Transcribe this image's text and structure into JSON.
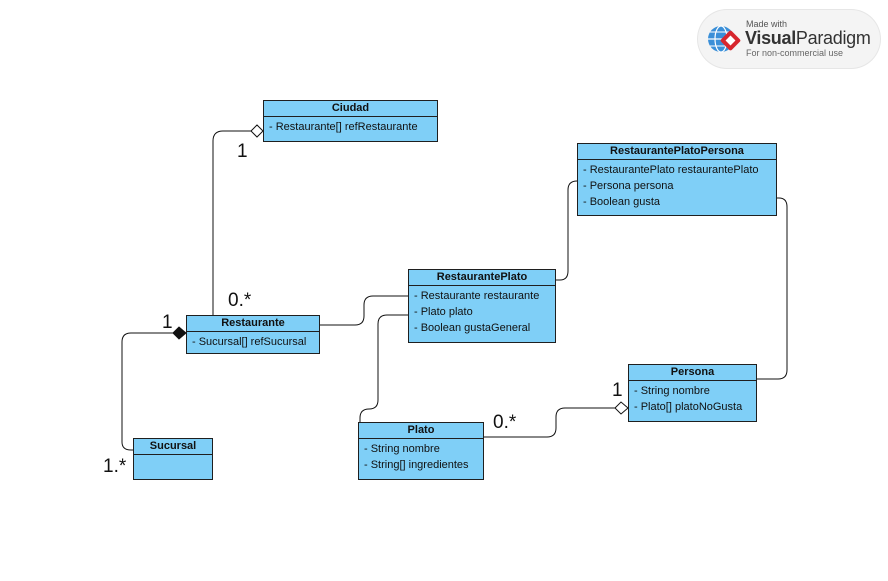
{
  "watermark": {
    "line1": "Made with",
    "brand_a": "Visual",
    "brand_b": "Paradigm",
    "line3": "For non-commercial use"
  },
  "classes": {
    "ciudad": {
      "name": "Ciudad",
      "attrs": [
        "- Restaurante[] refRestaurante"
      ]
    },
    "restaurante": {
      "name": "Restaurante",
      "attrs": [
        "- Sucursal[] refSucursal"
      ]
    },
    "sucursal": {
      "name": "Sucursal",
      "attrs": []
    },
    "restaurante_plato": {
      "name": "RestaurantePlato",
      "attrs": [
        "- Restaurante restaurante",
        "- Plato plato",
        "- Boolean gustaGeneral"
      ]
    },
    "restaurante_plato_persona": {
      "name": "RestaurantePlatoPersona",
      "attrs": [
        "- RestaurantePlato restaurantePlato",
        "- Persona persona",
        "- Boolean gusta"
      ]
    },
    "plato": {
      "name": "Plato",
      "attrs": [
        "- String nombre",
        "- String[] ingredientes"
      ]
    },
    "persona": {
      "name": "Persona",
      "attrs": [
        "- String nombre",
        "- Plato[] platoNoGusta"
      ]
    }
  },
  "multiplicities": {
    "ciudad_side": "1",
    "restaurante_to_ciudad": "0.*",
    "restaurante_composite": "1",
    "sucursal_side": "1.*",
    "plato_side": "0.*",
    "persona_side": "1"
  },
  "colors": {
    "class_fill": "#7fcff7",
    "border": "#1f1f1f",
    "line": "#111111"
  }
}
